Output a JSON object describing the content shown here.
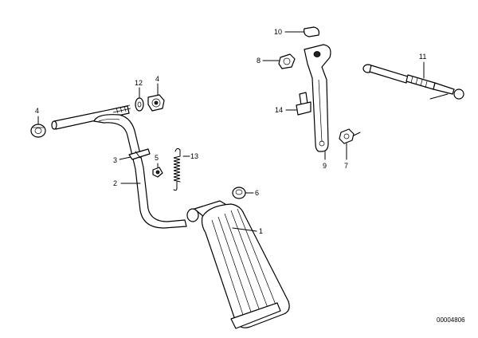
{
  "callouts": {
    "c1": "1",
    "c2": "2",
    "c3": "3",
    "c4a": "4",
    "c4b": "4",
    "c5": "5",
    "c6": "6",
    "c7": "7",
    "c8": "8",
    "c9": "9",
    "c10": "10",
    "c11": "11",
    "c12": "12",
    "c13": "13",
    "c14": "14"
  },
  "document_number": "00004806"
}
